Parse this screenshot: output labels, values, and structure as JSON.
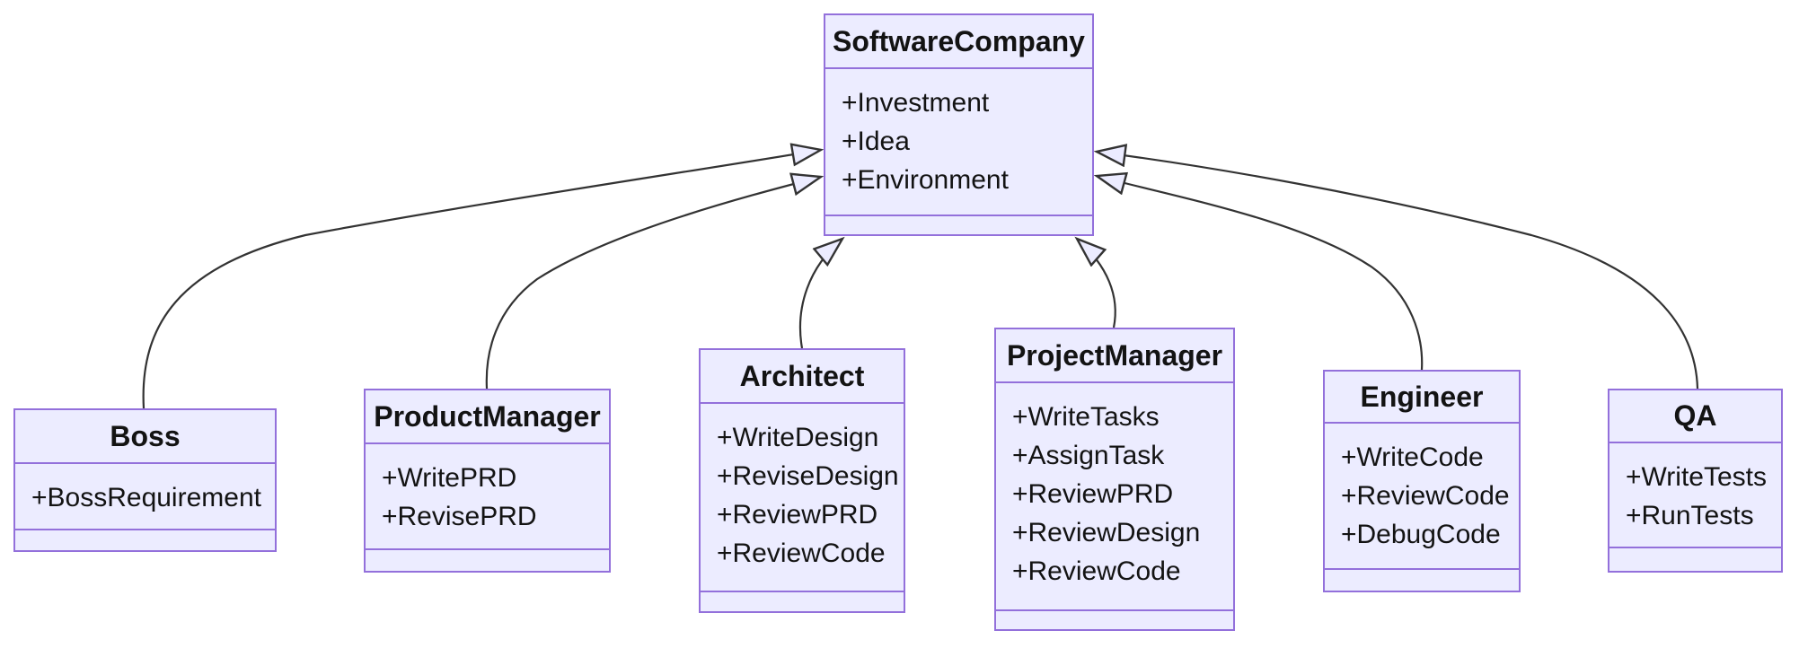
{
  "diagram": {
    "type": "uml-class-diagram",
    "background": "#ffffff",
    "colors": {
      "node_fill": "#ECECFF",
      "node_border": "#9370DB",
      "edge_line": "#333333",
      "arrowhead_fill": "#ECECFF",
      "text": "#131313"
    },
    "classes": [
      {
        "id": "SoftwareCompany",
        "name": "SoftwareCompany",
        "attributes": [
          "+Investment",
          "+Idea",
          "+Environment"
        ],
        "methods": []
      },
      {
        "id": "Boss",
        "name": "Boss",
        "attributes": [
          "+BossRequirement"
        ],
        "methods": []
      },
      {
        "id": "ProductManager",
        "name": "ProductManager",
        "attributes": [
          "+WritePRD",
          "+RevisePRD"
        ],
        "methods": []
      },
      {
        "id": "Architect",
        "name": "Architect",
        "attributes": [
          "+WriteDesign",
          "+ReviseDesign",
          "+ReviewPRD",
          "+ReviewCode"
        ],
        "methods": []
      },
      {
        "id": "ProjectManager",
        "name": "ProjectManager",
        "attributes": [
          "+WriteTasks",
          "+AssignTask",
          "+ReviewPRD",
          "+ReviewDesign",
          "+ReviewCode"
        ],
        "methods": []
      },
      {
        "id": "Engineer",
        "name": "Engineer",
        "attributes": [
          "+WriteCode",
          "+ReviewCode",
          "+DebugCode"
        ],
        "methods": []
      },
      {
        "id": "QA",
        "name": "QA",
        "attributes": [
          "+WriteTests",
          "+RunTests"
        ],
        "methods": []
      }
    ],
    "edges": [
      {
        "from": "Boss",
        "to": "SoftwareCompany",
        "type": "inheritance"
      },
      {
        "from": "ProductManager",
        "to": "SoftwareCompany",
        "type": "inheritance"
      },
      {
        "from": "Architect",
        "to": "SoftwareCompany",
        "type": "inheritance"
      },
      {
        "from": "ProjectManager",
        "to": "SoftwareCompany",
        "type": "inheritance"
      },
      {
        "from": "Engineer",
        "to": "SoftwareCompany",
        "type": "inheritance"
      },
      {
        "from": "QA",
        "to": "SoftwareCompany",
        "type": "inheritance"
      }
    ]
  }
}
